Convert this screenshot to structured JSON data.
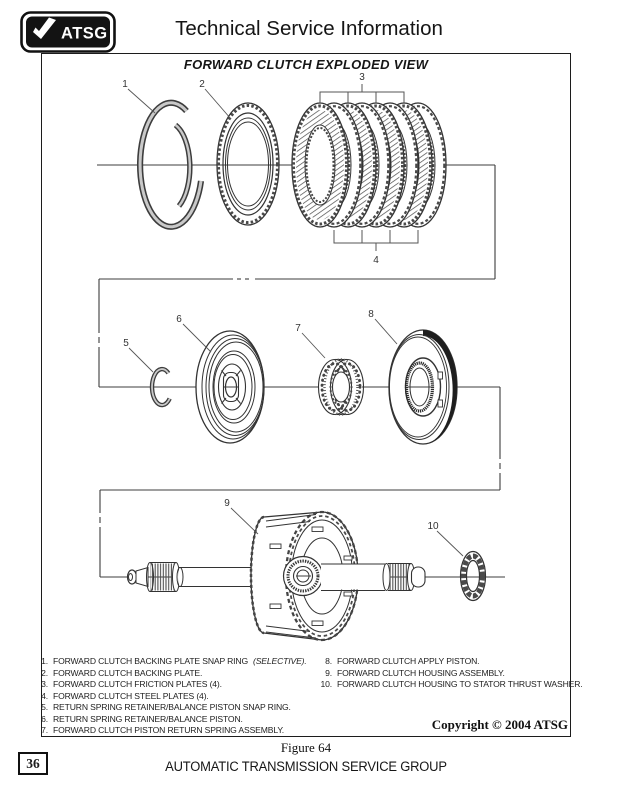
{
  "header": {
    "logo_text": "ATSG",
    "title": "Technical Service Information"
  },
  "diagram": {
    "title": "FORWARD CLUTCH EXPLODED VIEW",
    "callouts": [
      "1",
      "2",
      "3",
      "4",
      "5",
      "6",
      "7",
      "8",
      "9",
      "10"
    ],
    "copyright": "Copyright © 2004 ATSG"
  },
  "legend": {
    "left": [
      {
        "num": "1.",
        "label": "FORWARD CLUTCH BACKING PLATE SNAP RING",
        "note": "(SELECTIVE)."
      },
      {
        "num": "2.",
        "label": "FORWARD CLUTCH BACKING PLATE."
      },
      {
        "num": "3.",
        "label": "FORWARD CLUTCH FRICTION PLATES (4)."
      },
      {
        "num": "4.",
        "label": "FORWARD CLUTCH STEEL PLATES (4)."
      },
      {
        "num": "5.",
        "label": "RETURN SPRING RETAINER/BALANCE PISTON SNAP RING."
      },
      {
        "num": "6.",
        "label": "RETURN SPRING RETAINER/BALANCE PISTON."
      },
      {
        "num": "7.",
        "label": "FORWARD CLUTCH PISTON RETURN SPRING ASSEMBLY."
      }
    ],
    "right": [
      {
        "num": "8.",
        "label": "FORWARD CLUTCH APPLY PISTON."
      },
      {
        "num": "9.",
        "label": "FORWARD CLUTCH HOUSING ASSEMBLY."
      },
      {
        "num": "10.",
        "label": "FORWARD CLUTCH HOUSING TO STATOR THRUST WASHER."
      }
    ]
  },
  "footer": {
    "figure_caption": "Figure 64",
    "page_number": "36",
    "org_name": "AUTOMATIC TRANSMISSION SERVICE GROUP"
  }
}
